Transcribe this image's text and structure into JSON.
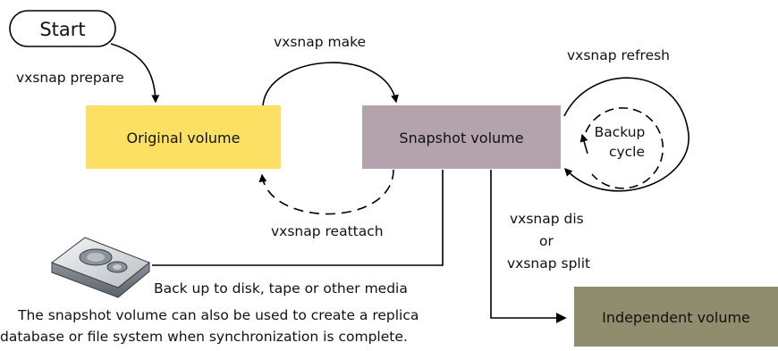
{
  "diagram": {
    "start": "Start",
    "prepare": "vxsnap prepare",
    "make": "vxsnap make",
    "refresh": "vxsnap refresh",
    "reattach": "vxsnap reattach",
    "dis": "vxsnap dis",
    "or": "or",
    "split": "vxsnap split",
    "backup_line1": "Backup",
    "backup_line2": "cycle",
    "backup_media": "Back up to disk, tape or other media",
    "note_line1": "The snapshot volume can also be used to create a replica",
    "note_line2": "database or file system when synchronization is complete."
  },
  "nodes": {
    "original": "Original volume",
    "snapshot": "Snapshot volume",
    "independent": "Independent volume"
  },
  "colors": {
    "original": "#fce064",
    "snapshot": "#b4a3ad",
    "independent": "#8f8d6d",
    "line": "#000000"
  },
  "icons": {
    "disk": "disk-drive-icon"
  }
}
